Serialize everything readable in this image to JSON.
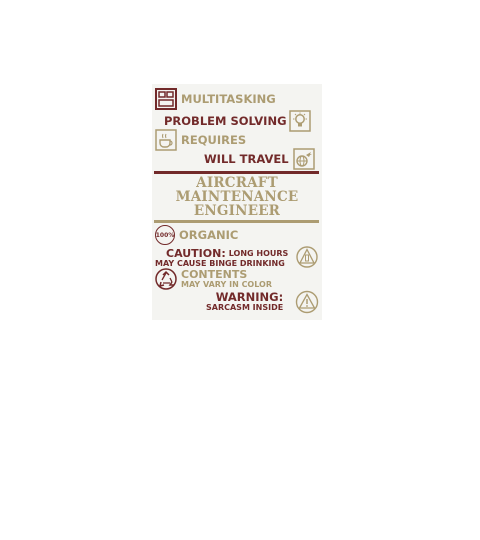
{
  "colors": {
    "maroon": "#722a2a",
    "tan": "#ac9c72"
  },
  "lines": {
    "multitasking": "MULTITASKING",
    "problem_solving": "PROBLEM SOLVING",
    "requires": "REQUIRES",
    "will_travel": "WILL TRAVEL",
    "title_1": "AIRCRAFT",
    "title_2": "MAINTENANCE",
    "title_3": "ENGINEER",
    "badge_100": "100%",
    "organic": "ORGANIC",
    "caution": "CAUTION:",
    "long_hours": "LONG HOURS",
    "binge": "MAY CAUSE BINGE DRINKING",
    "contents": "CONTENTS",
    "vary": "MAY VARY IN COLOR",
    "warning": "WARNING:",
    "sarcasm": "SARCASM INSIDE"
  },
  "icons": [
    "multitasking-windows-icon",
    "lightbulb-icon",
    "coffee-cup-icon",
    "globe-plane-icon",
    "recycle-icon",
    "drinking-warning-icon",
    "warning-triangle-icon"
  ]
}
